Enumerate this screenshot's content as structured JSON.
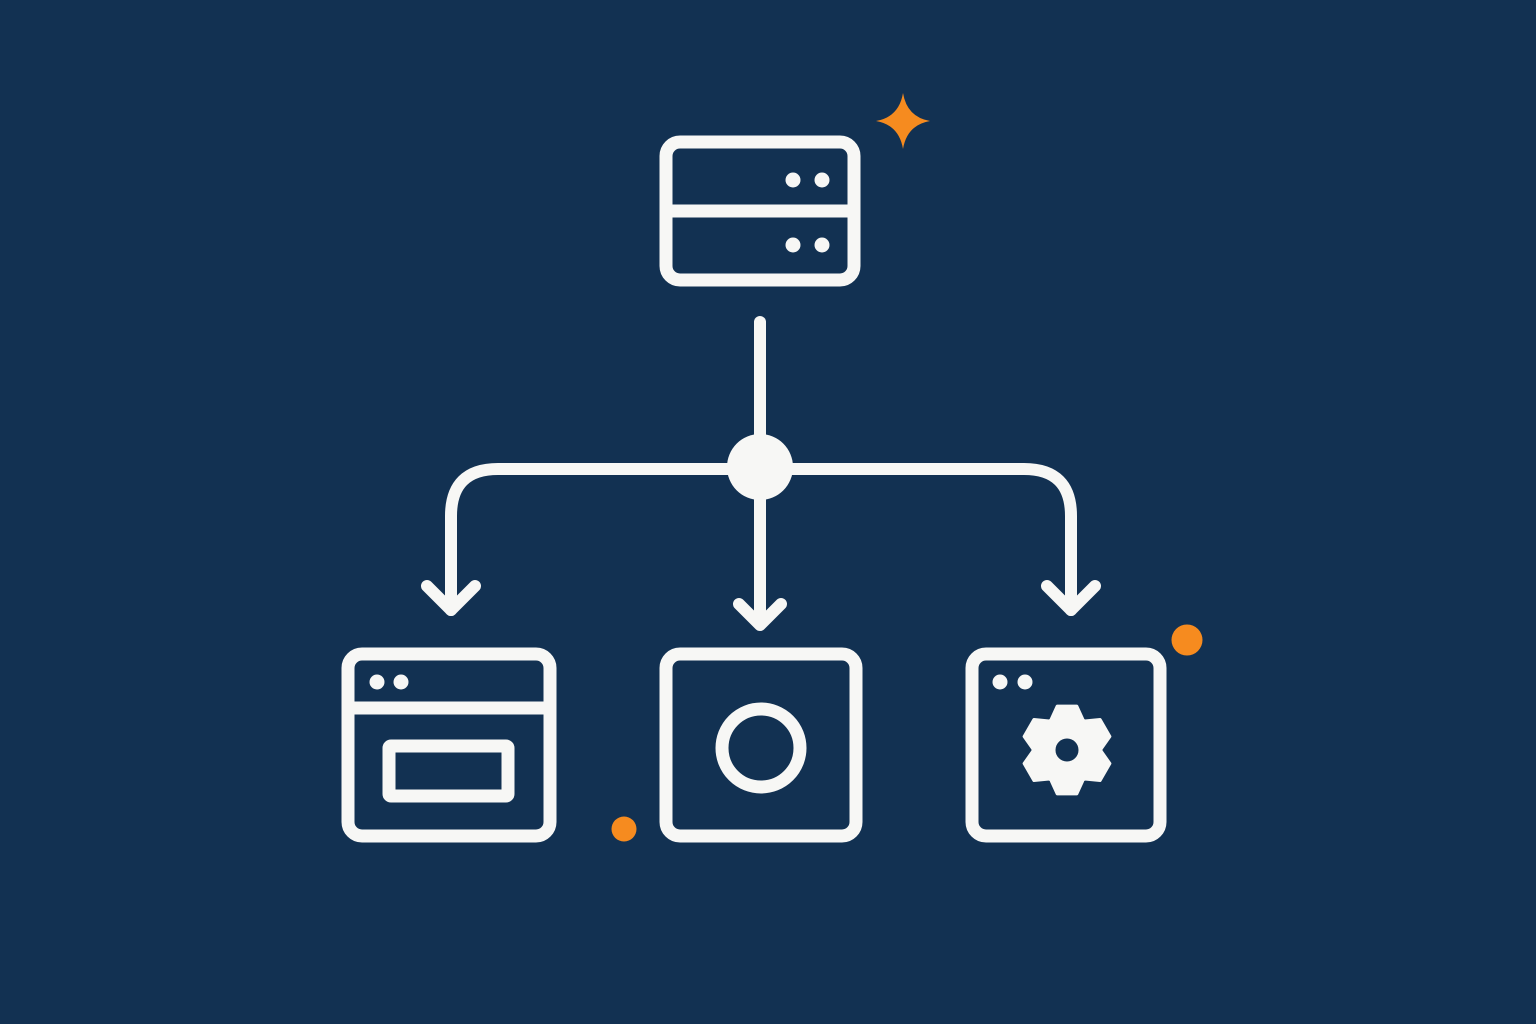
{
  "colors": {
    "background": "#123152",
    "stroke": "#f7f7f5",
    "accent": "#f68b1f"
  },
  "diagram": {
    "source": {
      "icon": "server-icon"
    },
    "hub": {
      "icon": "junction-node"
    },
    "targets": [
      {
        "icon": "browser-window-icon"
      },
      {
        "icon": "circle-button-icon"
      },
      {
        "icon": "settings-window-icon"
      }
    ],
    "decorations": [
      "sparkle-icon",
      "orange-dot",
      "orange-dot"
    ]
  }
}
